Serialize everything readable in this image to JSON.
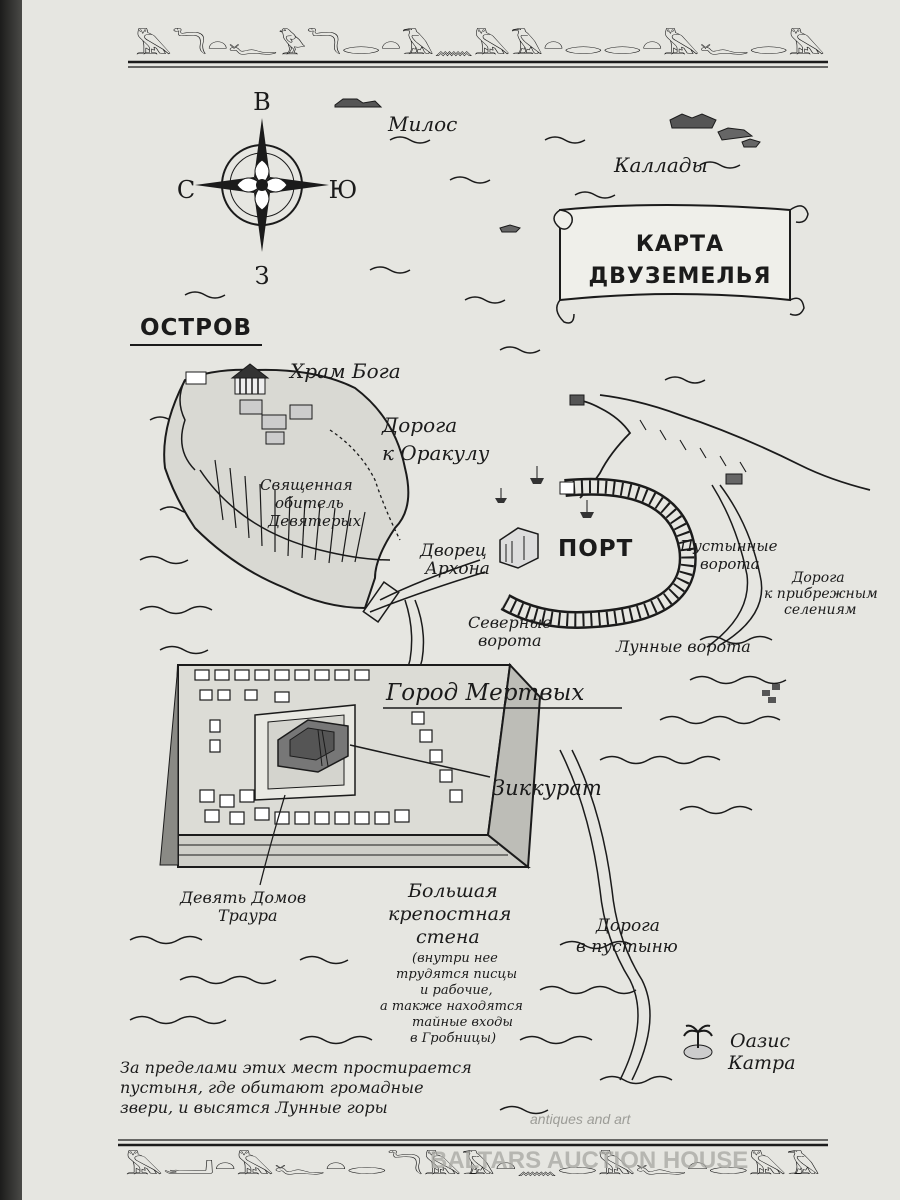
{
  "border": {
    "top_glyphs": "𓅓𓆓𓏏𓆑𓅱𓆓𓂋𓏏𓄿𓈖𓅓𓄿𓏏𓂋𓂋𓏏𓅓𓆑𓂋𓅓",
    "bottom_glyphs": "𓅓𓂝𓏏𓅓𓆑𓏏𓂋𓆓𓅓𓄿𓏏𓈖𓂋𓅓𓆑𓏏𓂋𓅓𓄿"
  },
  "compass": {
    "north": "В",
    "west": "С",
    "east": "Ю",
    "south": "З"
  },
  "title": {
    "line1": "КАРТА",
    "line2": "ДВУЗЕМЕЛЬЯ"
  },
  "labels": {
    "milos": "Милос",
    "kallady": "Каллады",
    "ostrov": "ОСТРОВ",
    "temple": "Храм Бога",
    "road_oracle_1": "Дорога",
    "road_oracle_2": "к Оракулу",
    "abode_1": "Священная",
    "abode_2": "обитель",
    "abode_3": "Девятерых",
    "palace_1": "Дворец",
    "palace_2": "Архона",
    "port": "ПОРТ",
    "desert_gate_1": "Пустынные",
    "desert_gate_2": "ворота",
    "coast_road_1": "Дорога",
    "coast_road_2": "к прибрежным",
    "coast_road_3": "селениям",
    "north_gate_1": "Северные",
    "north_gate_2": "ворота",
    "moon_gate": "Лунные ворота",
    "city": "Город Мертвых",
    "ziggurat": "Зиккурат",
    "nine_houses_1": "Девять Домов",
    "nine_houses_2": "Траура",
    "wall_1": "Большая",
    "wall_2": "крепостная",
    "wall_3": "стена",
    "wall_note_1": "(внутри нее",
    "wall_note_2": "трудятся писцы",
    "wall_note_3": "и рабочие,",
    "wall_note_4": "а также находятся",
    "wall_note_5": "тайные входы",
    "wall_note_6": "в Гробницы)",
    "desert_road_1": "Дорога",
    "desert_road_2": "в пустыню",
    "oasis_1": "Оазис",
    "oasis_2": "Катра",
    "beyond_1": "За пределами этих мест простирается",
    "beyond_2": "пустыня, где обитают громадные",
    "beyond_3": "звери, и высятся Лунные горы"
  },
  "watermark": {
    "line1": "antiques and art",
    "line2": "BALTARS AUCTION HOUSE"
  }
}
